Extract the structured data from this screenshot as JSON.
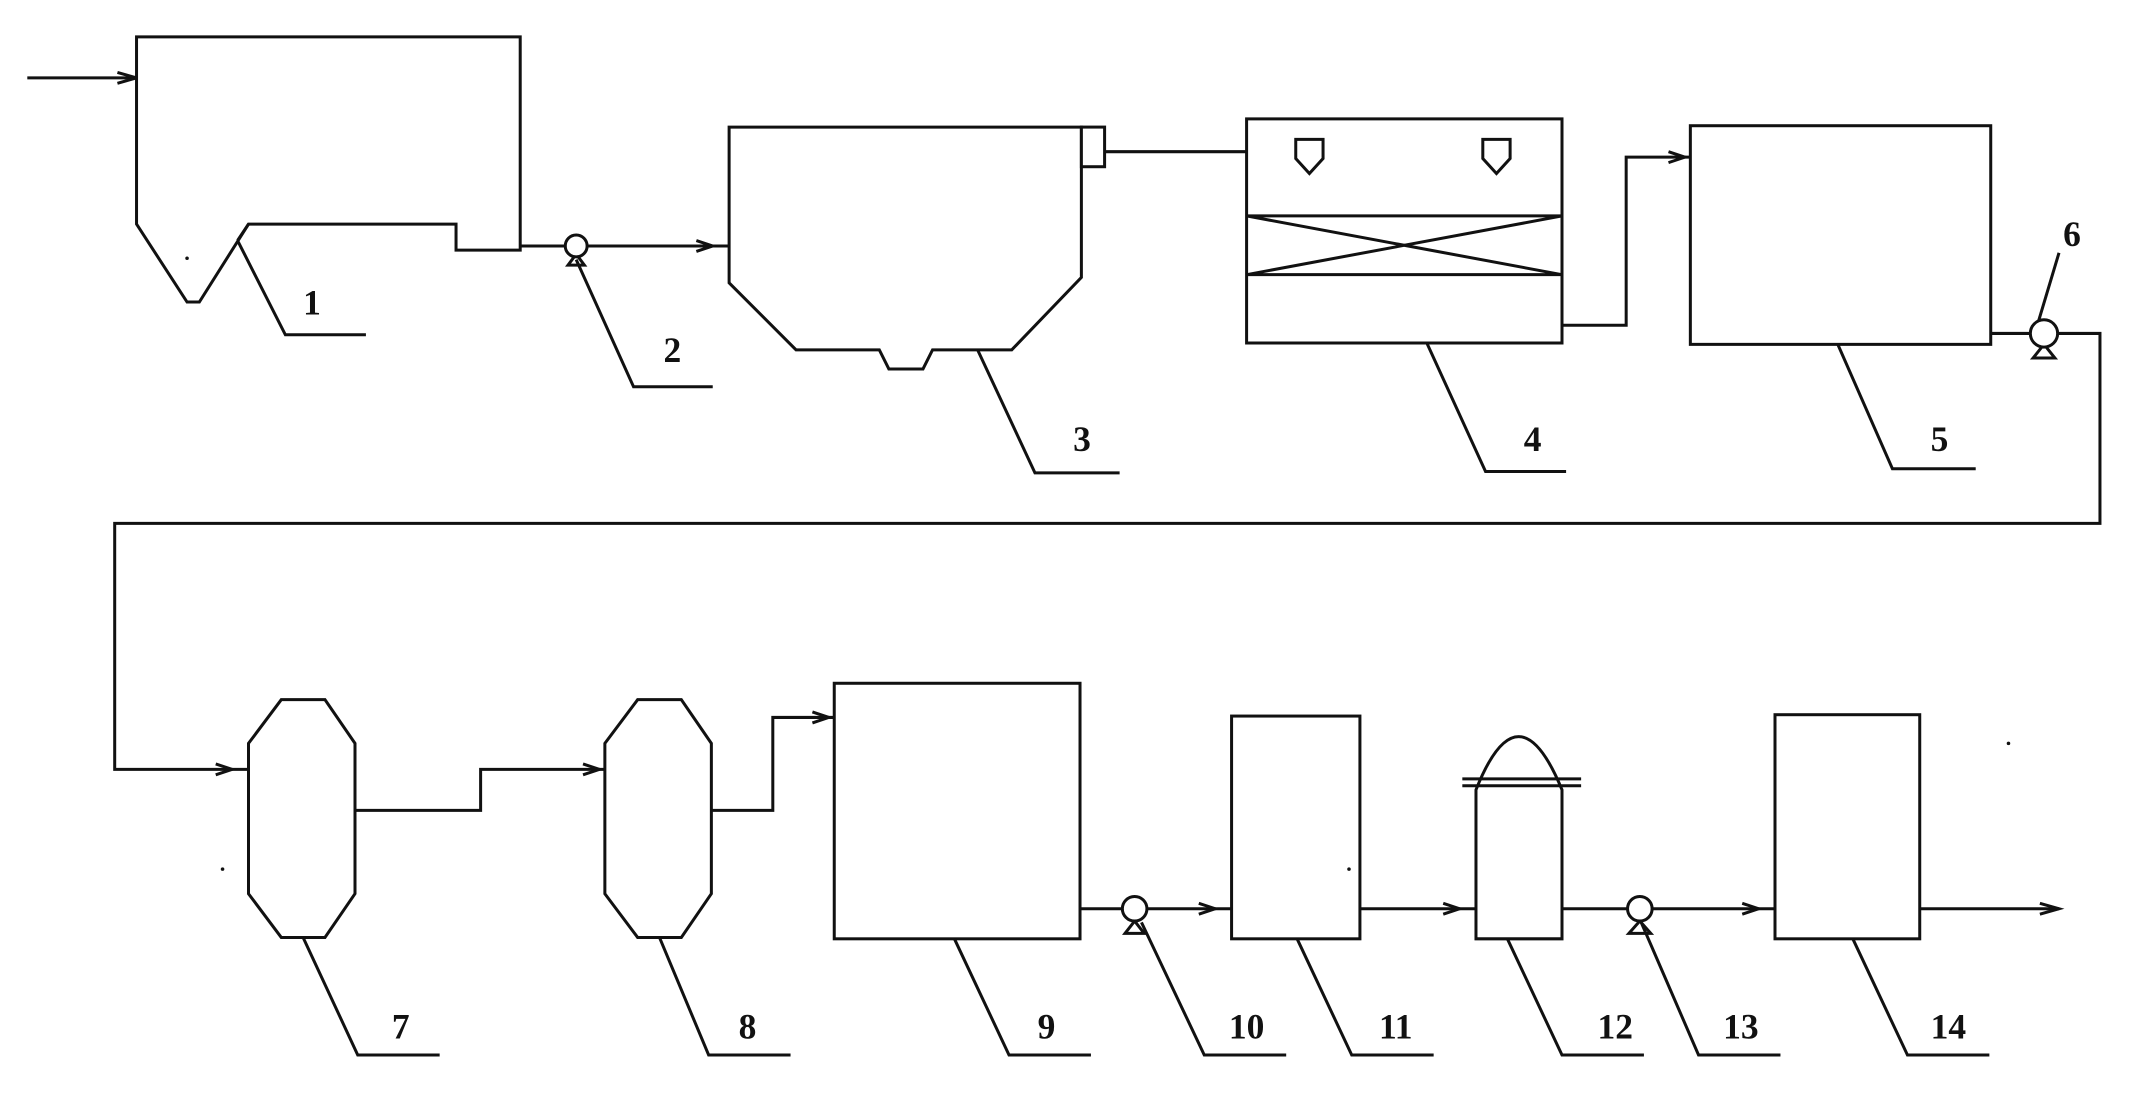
{
  "labels": {
    "u1": "1",
    "u2": "2",
    "u3": "3",
    "u4": "4",
    "u5": "5",
    "u6": "6",
    "u7": "7",
    "u8": "8",
    "u9": "9",
    "u10": "10",
    "u11": "11",
    "u12": "12",
    "u13": "13",
    "u14": "14"
  }
}
